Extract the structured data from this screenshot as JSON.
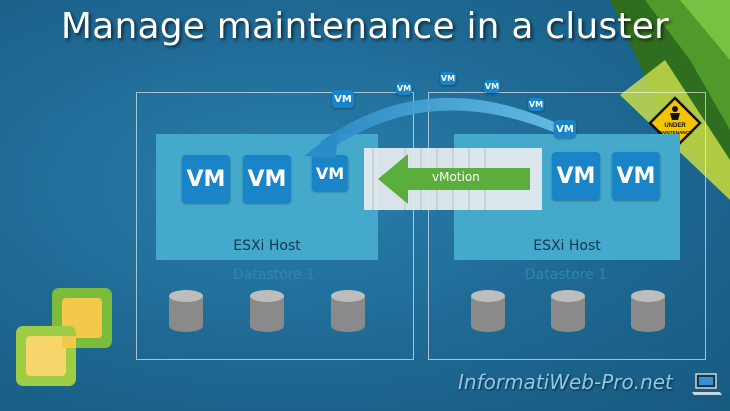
{
  "title": "Manage maintenance in a cluster",
  "hosts": [
    {
      "label": "ESXi Host",
      "datastore": "Datastore 1",
      "vms": [
        "VM",
        "VM",
        "VM"
      ]
    },
    {
      "label": "ESXi Host",
      "datastore": "Datastore 1",
      "vms": [
        "VM",
        "VM"
      ]
    }
  ],
  "migration": {
    "label": "vMotion",
    "flying_vms": [
      "VM",
      "VM",
      "VM",
      "VM",
      "VM",
      "VM"
    ]
  },
  "badge": {
    "line1": "UNDER",
    "line2": "MAINTENANCE"
  },
  "watermark": "InformatiWeb-Pro.net",
  "colors": {
    "background": "#1e6892",
    "host": "#45a9cc",
    "vm": "#1a84c8",
    "vmotion_arrow": "#5cae3c",
    "corner_green": "#4f9a2a"
  }
}
